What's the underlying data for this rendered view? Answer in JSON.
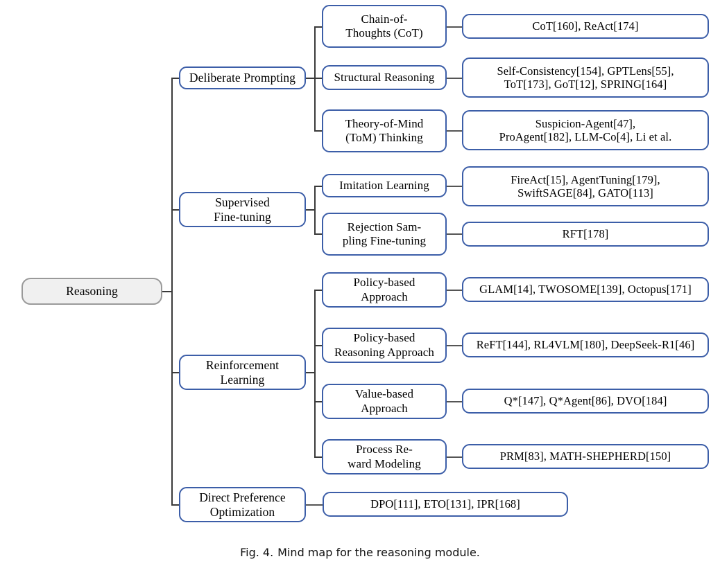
{
  "figure": {
    "label": "Fig. 4.",
    "caption": "Mind map for the reasoning module.",
    "caption_full": "Fig. 4.  Mind map for the reasoning module."
  },
  "colors": {
    "node_border": "#3c5ea8",
    "node_fill": "#ffffff",
    "root_border": "#9a9a9a",
    "root_fill": "#f0f0f0",
    "edge": "#3a3a3a",
    "text": "#000000",
    "background": "#ffffff"
  },
  "mindmap": {
    "type": "mind-map",
    "root": {
      "label": "Reasoning"
    },
    "branches": [
      {
        "label": "Deliberate Prompting",
        "children": [
          {
            "label": "Chain-of-\nThoughts (CoT)",
            "leaf": "CoT[160], ReAct[174]"
          },
          {
            "label": "Structural Reasoning",
            "leaf": "Self-Consistency[154], GPTLens[55],\nToT[173], GoT[12], SPRING[164]"
          },
          {
            "label": "Theory-of-Mind\n(ToM) Thinking",
            "leaf": "Suspicion-Agent[47],\nProAgent[182], LLM-Co[4], Li et al."
          }
        ]
      },
      {
        "label": "Supervised\nFine-tuning",
        "children": [
          {
            "label": "Imitation Learning",
            "leaf": "FireAct[15], AgentTuning[179],\nSwiftSAGE[84], GATO[113]"
          },
          {
            "label": "Rejection Sam-\npling Fine-tuning",
            "leaf": "RFT[178]"
          }
        ]
      },
      {
        "label": "Reinforcement\nLearning",
        "children": [
          {
            "label": "Policy-based\nApproach",
            "leaf": "GLAM[14], TWOSOME[139], Octopus[171]"
          },
          {
            "label": "Policy-based\nReasoning Approach",
            "leaf": "ReFT[144], RL4VLM[180], DeepSeek-R1[46]"
          },
          {
            "label": "Value-based\nApproach",
            "leaf": "Q*[147], Q*Agent[86], DVO[184]"
          },
          {
            "label": "Process Re-\nward Modeling",
            "leaf": "PRM[83], MATH-SHEPHERD[150]"
          }
        ]
      },
      {
        "label": "Direct Preference\nOptimization",
        "children": [],
        "leaf": "DPO[111], ETO[131], IPR[168]"
      }
    ]
  }
}
